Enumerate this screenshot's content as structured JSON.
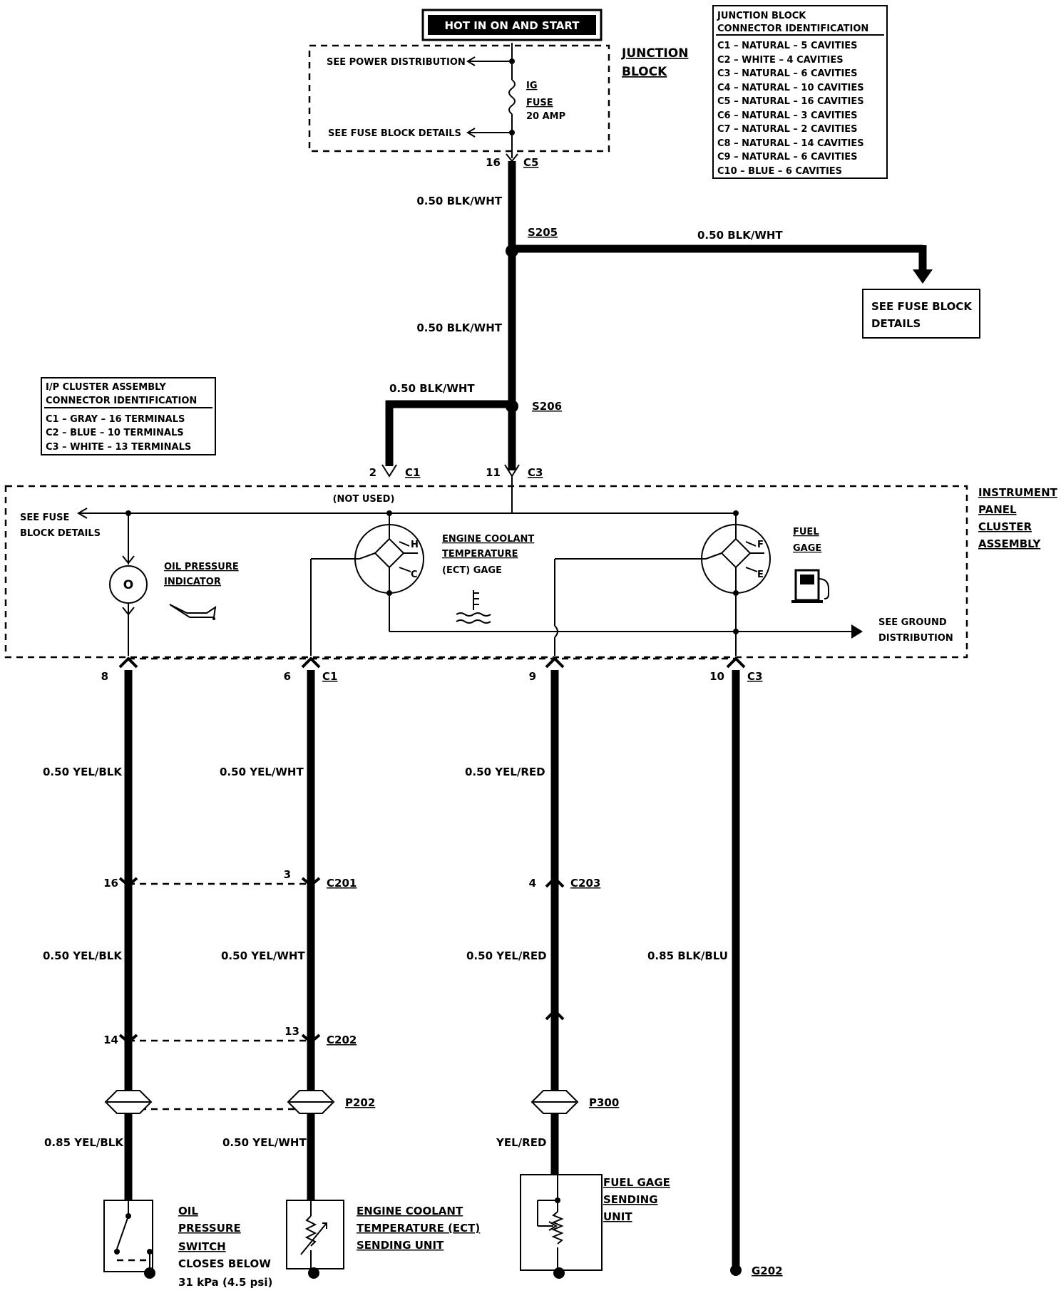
{
  "top_banner": "HOT IN ON AND START",
  "junction_block": {
    "title_line1": "JUNCTION",
    "title_line2": "BLOCK",
    "power_distribution": "SEE POWER DISTRIBUTION",
    "fuse_block_details": "SEE FUSE BLOCK DETAILS",
    "fuse_ig": "IG",
    "fuse_label": "FUSE",
    "fuse_rating": "20 AMP",
    "pin": "16",
    "connector": "C5"
  },
  "jb_connector_id": {
    "title_line1": "JUNCTION BLOCK",
    "title_line2": "CONNECTOR IDENTIFICATION",
    "rows": [
      "C1 – NATURAL – 5 CAVITIES",
      "C2 – WHITE – 4 CAVITIES",
      "C3 – NATURAL – 6 CAVITIES",
      "C4 – NATURAL – 10 CAVITIES",
      "C5 – NATURAL – 16 CAVITIES",
      "C6 – NATURAL – 3 CAVITIES",
      "C7 – NATURAL – 2 CAVITIES",
      "C8 – NATURAL – 14 CAVITIES",
      "C9 – NATURAL – 6 CAVITIES",
      "C10 – BLUE – 6 CAVITIES"
    ]
  },
  "ip_connector_id": {
    "title_line1": "I/P CLUSTER ASSEMBLY",
    "title_line2": "CONNECTOR IDENTIFICATION",
    "rows": [
      "C1 – GRAY – 16 TERMINALS",
      "C2 – BLUE – 10 TERMINALS",
      "C3 – WHITE – 13 TERMINALS"
    ]
  },
  "splices": {
    "s205": "S205",
    "s206": "S206"
  },
  "fuse_block_box": {
    "line1": "SEE FUSE BLOCK",
    "line2": "DETAILS"
  },
  "wires": {
    "blk_wht": "0.50 BLK/WHT",
    "yel_blk": "0.50 YEL/BLK",
    "yel_wht": "0.50 YEL/WHT",
    "yel_red": "0.50 YEL/RED",
    "blk_blu": "0.85 BLK/BLU",
    "yel_blk_085": "0.85 YEL/BLK",
    "yel_red_plain": "YEL/RED"
  },
  "cluster_inputs": {
    "c1_pin": "2",
    "c1": "C1",
    "c3_pin": "11",
    "c3": "C3",
    "not_used": "(NOT USED)"
  },
  "cluster": {
    "title_line1": "INSTRUMENT",
    "title_line2": "PANEL",
    "title_line3": "CLUSTER",
    "title_line4": "ASSEMBLY",
    "see_fuse_line1": "SEE FUSE",
    "see_fuse_line2": "BLOCK DETAILS",
    "oil_indicator_line1": "OIL PRESSURE",
    "oil_indicator_line2": "INDICATOR",
    "ect_line1": "ENGINE COOLANT",
    "ect_line2": "TEMPERATURE",
    "ect_line3": "(ECT) GAGE",
    "fuel_line1": "FUEL",
    "fuel_line2": "GAGE",
    "ground_line1": "SEE GROUND",
    "ground_line2": "DISTRIBUTION",
    "gauge_h": "H",
    "gauge_c": "C",
    "gauge_f": "F",
    "gauge_e": "E",
    "oil_glyph": "O"
  },
  "cluster_outputs": {
    "pin_8": "8",
    "pin_6": "6",
    "c1": "C1",
    "pin_9": "9",
    "pin_10": "10",
    "c3": "C3"
  },
  "connectors": {
    "c201": "C201",
    "c201_left": "16",
    "c201_right": "3",
    "c203": "C203",
    "c203_pin": "4",
    "c202": "C202",
    "c202_left": "14",
    "c202_right": "13",
    "p202": "P202",
    "p300": "P300"
  },
  "components": {
    "oil_switch_line1": "OIL",
    "oil_switch_line2": "PRESSURE",
    "oil_switch_line3": "SWITCH",
    "oil_switch_line4": "CLOSES BELOW",
    "oil_switch_line5": "31 kPa (4.5 psi)",
    "ect_unit_line1": "ENGINE  COOLANT",
    "ect_unit_line2": "TEMPERATURE (ECT)",
    "ect_unit_line3": "SENDING UNIT",
    "fuel_unit_line1": "FUEL GAGE",
    "fuel_unit_line2": "SENDING",
    "fuel_unit_line3": "UNIT",
    "ground": "G202"
  }
}
